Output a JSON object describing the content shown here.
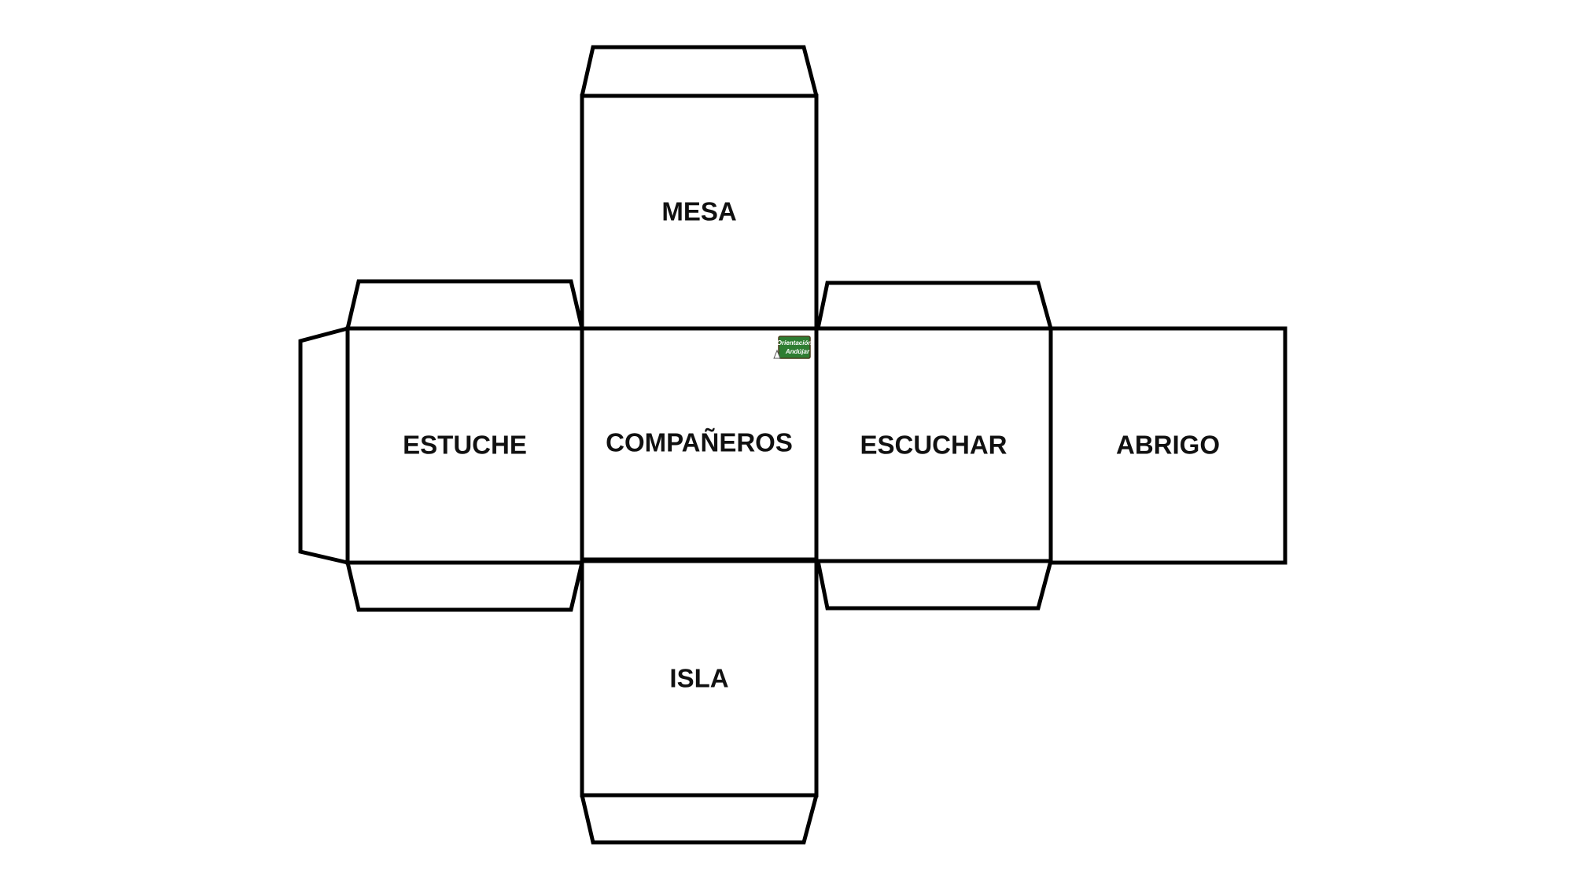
{
  "cube_net": {
    "faces": {
      "top": "MESA",
      "left": "ESTUCHE",
      "center": "COMPAÑEROS",
      "right": "ESCUCHAR",
      "far_right": "ABRIGO",
      "bottom": "ISLA"
    }
  },
  "logo": {
    "line1": "Orientación",
    "line2": "Andújar",
    "board_color": "#2e7d32",
    "text_color": "#ffffff"
  }
}
